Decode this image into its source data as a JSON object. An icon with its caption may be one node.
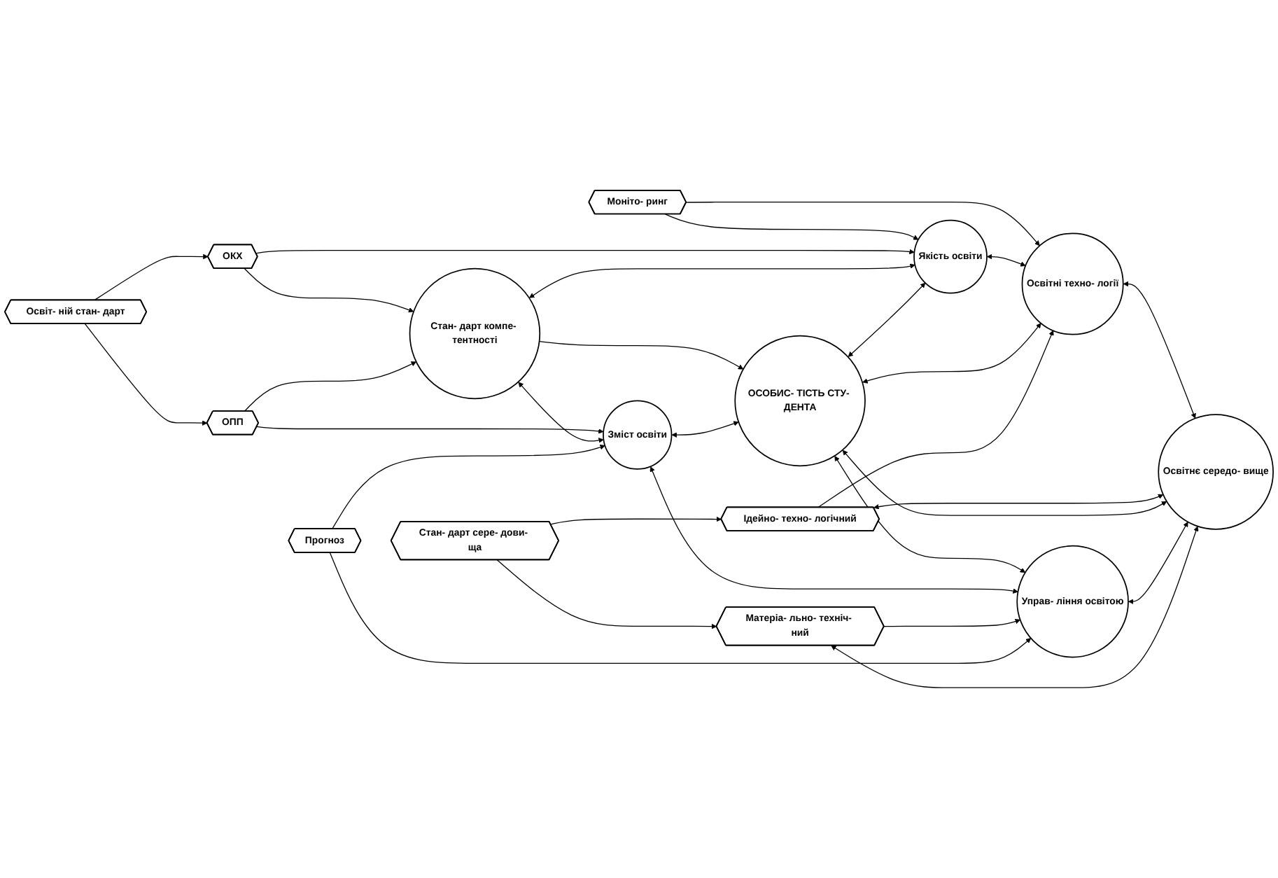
{
  "diagram": {
    "nodes": [
      {
        "text": [
          "Моніто- ринг"
        ]
      },
      {
        "text": [
          "Якість освіти"
        ]
      },
      {
        "text": [
          "Освітні техно- логії"
        ]
      },
      {
        "text": [
          "ОКХ"
        ]
      },
      {
        "text": [
          "Освіт- ній стан- дарт"
        ]
      },
      {
        "text": [
          "Стан- дарт компе- тентності"
        ]
      },
      {
        "text": [
          "ОСОБИС- ТІСТЬ СТУ- ДЕНТА"
        ]
      },
      {
        "text": [
          "Освітнє середо- вище"
        ]
      },
      {
        "text": [
          "Ідейно- техно- логічний"
        ]
      },
      {
        "text": [
          "Стан- дарт сере- дови- ща"
        ]
      },
      {
        "text": [
          "ОПП"
        ]
      },
      {
        "text": [
          "Матеріа- льно- техніч- ний"
        ]
      },
      {
        "text": [
          "Зміст освіти"
        ]
      },
      {
        "text": [
          "Управ- ління освітою"
        ]
      },
      {
        "text": [
          "Прогноз"
        ]
      }
    ],
    "edges": [
      {
        "from": 0,
        "to": 1,
        "arrow": "to"
      },
      {
        "from": 0,
        "to": 2,
        "arrow": "to"
      },
      {
        "from": 3,
        "to": 1,
        "arrow": "to"
      },
      {
        "from": 3,
        "to": 5,
        "arrow": "to"
      },
      {
        "from": 4,
        "to": 3,
        "arrow": "to"
      },
      {
        "from": 4,
        "to": 10,
        "arrow": "to"
      },
      {
        "from": 10,
        "to": 5,
        "arrow": "to"
      },
      {
        "from": 10,
        "to": 12,
        "arrow": "to"
      },
      {
        "from": 1,
        "to": 2,
        "arrow": "both"
      },
      {
        "from": 5,
        "to": 1,
        "arrow": "both"
      },
      {
        "from": 6,
        "to": 1,
        "arrow": "both"
      },
      {
        "from": 6,
        "to": 2,
        "arrow": "both"
      },
      {
        "from": 2,
        "to": 7,
        "arrow": "both"
      },
      {
        "from": 8,
        "to": 2,
        "arrow": "to"
      },
      {
        "from": 8,
        "to": 7,
        "arrow": "both"
      },
      {
        "from": 9,
        "to": 8,
        "arrow": "to"
      },
      {
        "from": 9,
        "to": 11,
        "arrow": "to"
      },
      {
        "from": 5,
        "to": 6,
        "arrow": "to"
      },
      {
        "from": 6,
        "to": 7,
        "arrow": "both"
      },
      {
        "from": 5,
        "to": 12,
        "arrow": "both"
      },
      {
        "from": 12,
        "to": 6,
        "arrow": "both"
      },
      {
        "from": 6,
        "to": 13,
        "arrow": "both"
      },
      {
        "from": 13,
        "to": 7,
        "arrow": "both"
      },
      {
        "from": 12,
        "to": 13,
        "arrow": "both"
      },
      {
        "from": 11,
        "to": 7,
        "arrow": "both"
      },
      {
        "from": 11,
        "to": 13,
        "arrow": "to"
      },
      {
        "from": 14,
        "to": 12,
        "arrow": "to"
      },
      {
        "from": 14,
        "to": 13,
        "arrow": "to"
      }
    ]
  }
}
